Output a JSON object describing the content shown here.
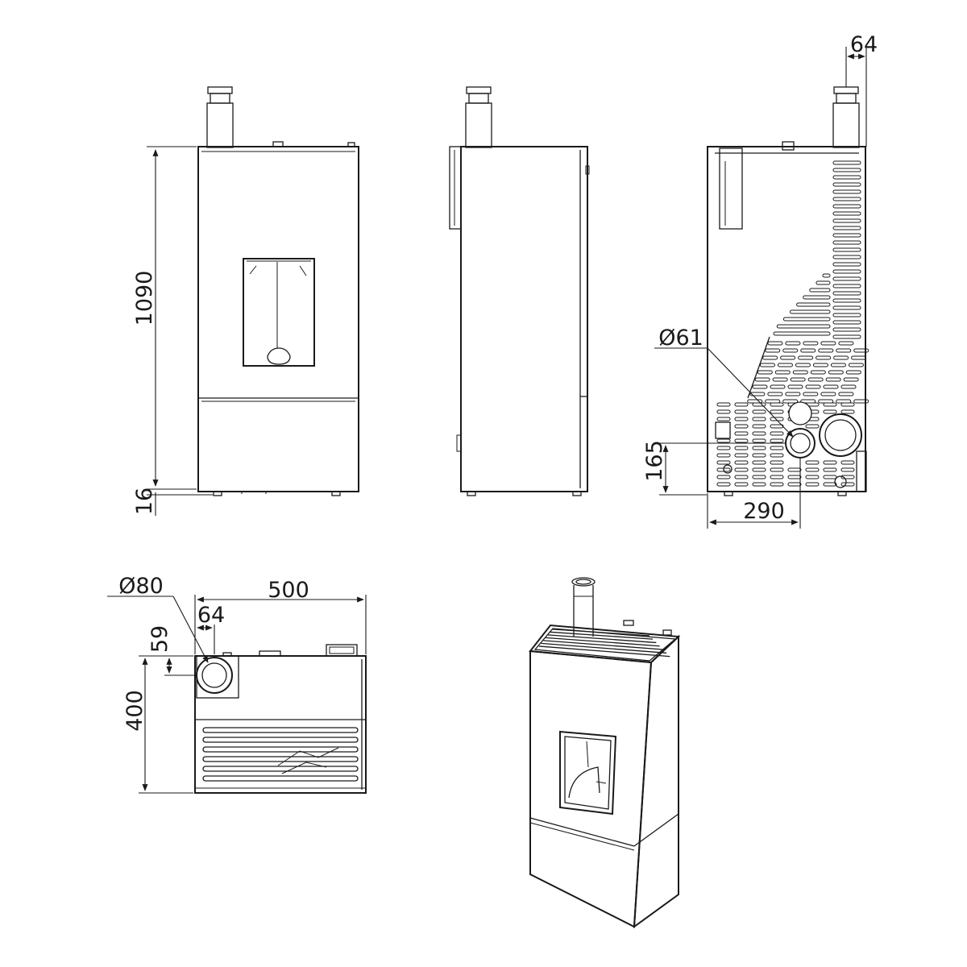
{
  "dimensions": {
    "front_height": "1090",
    "front_foot": "16",
    "back_top_offset": "64",
    "back_flue_diameter": "Ø61",
    "back_flue_height": "165",
    "back_flue_horizontal": "290",
    "top_outlet_diameter": "Ø80",
    "top_width": "500",
    "top_outlet_offset_x": "64",
    "top_outlet_offset_y": "59",
    "top_depth": "400"
  }
}
